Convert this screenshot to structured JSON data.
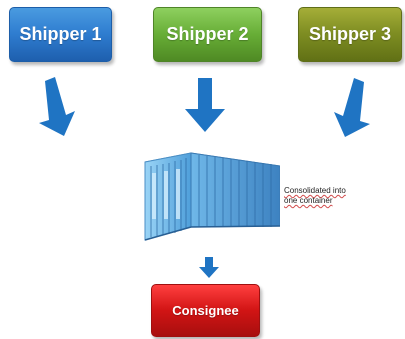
{
  "diagram": {
    "shippers": [
      {
        "label": "Shipper 1",
        "color": "#2f7dd0"
      },
      {
        "label": "Shipper 2",
        "color": "#67ad36"
      },
      {
        "label": "Shipper 3",
        "color": "#7e8d22"
      }
    ],
    "container": {
      "note_lines": [
        "Consolidated into",
        "one container"
      ],
      "color": "#59a8df"
    },
    "consignee": {
      "label": "Consignee",
      "color": "#d11414"
    },
    "arrows": {
      "color": "#1f74c3"
    }
  }
}
